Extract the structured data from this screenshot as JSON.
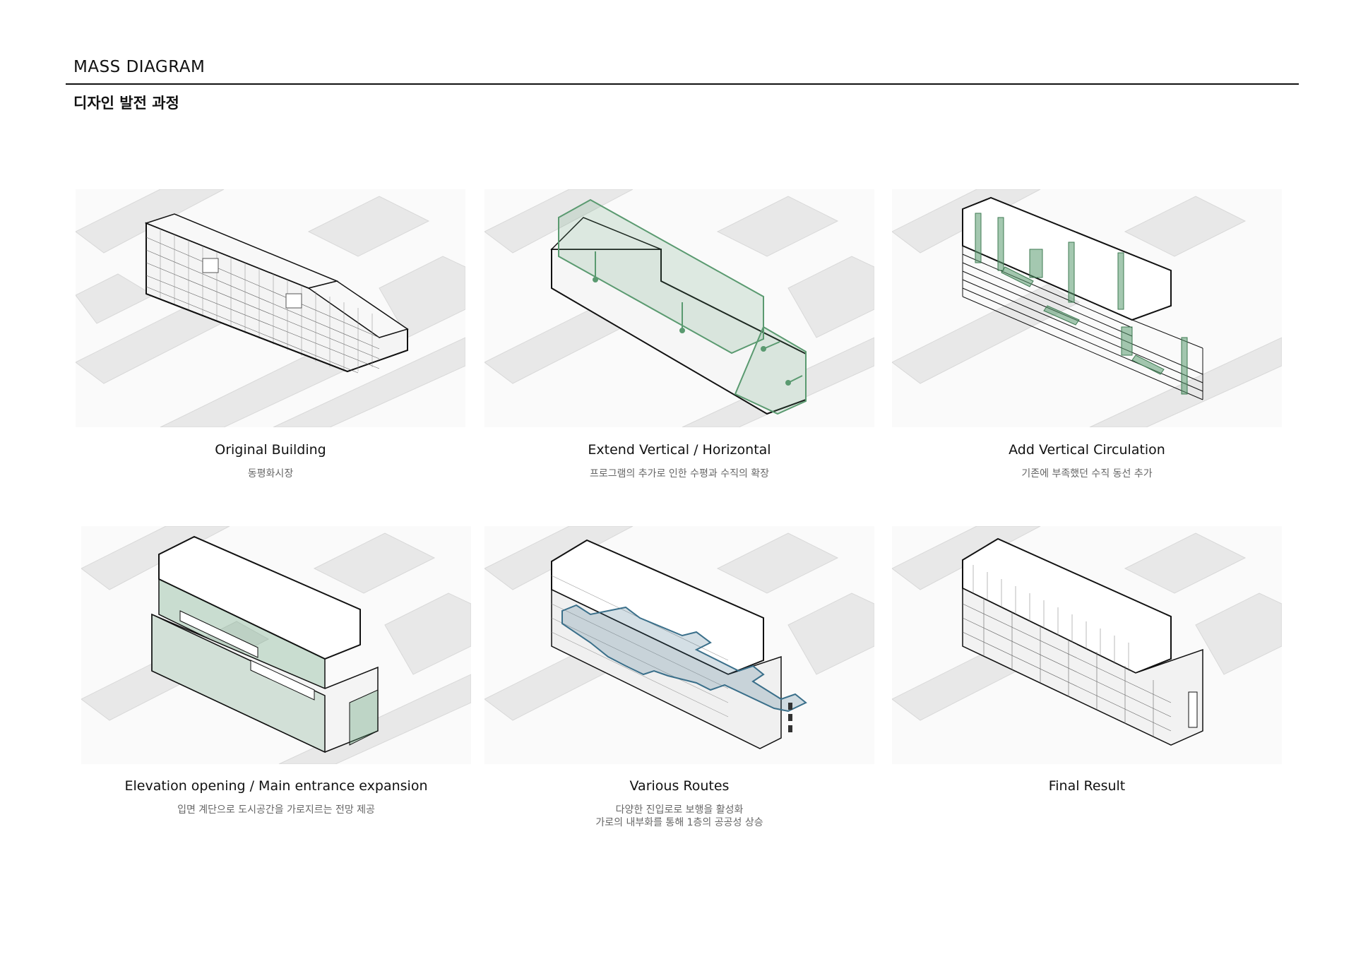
{
  "header": {
    "title": "MASS DIAGRAM",
    "subtitle": "디자인 발전 과정"
  },
  "colors": {
    "context": "#e9e9e9",
    "green": "#5a9a70",
    "blue": "#3a6f8a",
    "line": "#111111"
  },
  "steps": [
    {
      "title": "Original Building",
      "sub1": "동평화시장",
      "sub2": "",
      "icon": "original-building-drawing"
    },
    {
      "title": "Extend Vertical / Horizontal",
      "sub1": "프로그램의 추가로 인한 수평과 수직의 확장",
      "sub2": "",
      "icon": "extension-drawing"
    },
    {
      "title": "Add Vertical Circulation",
      "sub1": "기존에 부족했던 수직 동선 추가",
      "sub2": "",
      "icon": "circulation-drawing"
    },
    {
      "title": "Elevation opening / Main entrance expansion",
      "sub1": "입면 계단으로 도시공간을 가로지르는 전망 제공",
      "sub2": "",
      "icon": "elevation-drawing"
    },
    {
      "title": "Various Routes",
      "sub1": "다양한 진입로로 보행을 활성화",
      "sub2": "가로의 내부화를 통해 1층의 공공성 상승",
      "icon": "routes-drawing"
    },
    {
      "title": "Final Result",
      "sub1": "",
      "sub2": "",
      "icon": "final-drawing"
    }
  ]
}
